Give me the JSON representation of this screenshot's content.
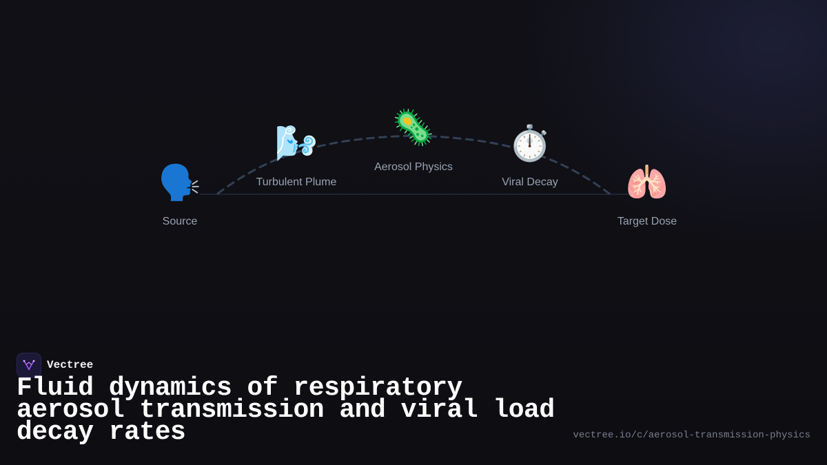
{
  "diagram": {
    "nodes": [
      {
        "id": "source",
        "label": "Source",
        "icon": "speaking-head-icon",
        "glyph": "🗣️"
      },
      {
        "id": "plume",
        "label": "Turbulent Plume",
        "icon": "wind-face-icon",
        "glyph": "🌬️"
      },
      {
        "id": "aerosol",
        "label": "Aerosol Physics",
        "icon": "microbe-icon",
        "glyph": "🦠"
      },
      {
        "id": "decay",
        "label": "Viral Decay",
        "icon": "stopwatch-icon",
        "glyph": "⏱️"
      },
      {
        "id": "dose",
        "label": "Target Dose",
        "icon": "lungs-icon",
        "glyph": "🫁"
      }
    ],
    "colors": {
      "baseline": "#1e2433",
      "arc": "#334155",
      "label": "#9aa3b2"
    }
  },
  "brand": {
    "name": "Vectree",
    "logo_icon": "vectree-logo-icon",
    "accent": "#a855f7"
  },
  "title": "Fluid dynamics of respiratory aerosol transmission and viral load decay rates",
  "url": "vectree.io/c/aerosol-transmission-physics"
}
